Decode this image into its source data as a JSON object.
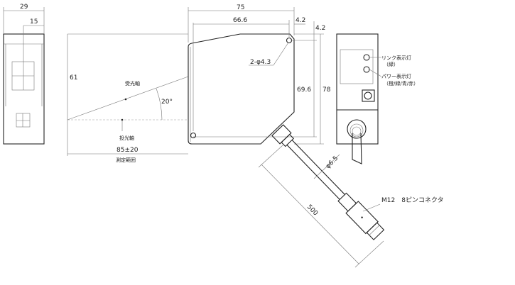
{
  "drawing": {
    "side_view": {
      "width_dim": "29",
      "center_dim": "15"
    },
    "main_view": {
      "length_dim": "75",
      "hole_pitch_dim": "66.6",
      "hole_offset_x_dim": "4.2",
      "hole_offset_y_dim": "4.2",
      "hole_label": "2-φ4.3",
      "hole_pitch_v_dim": "69.6",
      "height_dim": "78",
      "beam_height_dim": "61",
      "receiver_axis": "受光軸",
      "emitter_axis": "投光軸",
      "angle": "20°",
      "range_dim": "85±20",
      "range_label": "測定範囲"
    },
    "cable": {
      "diameter": "φ6.5",
      "length_dim": "500",
      "connector_label": "M12　8ピンコネクタ"
    },
    "front_view": {
      "link_led": "リンク表示灯",
      "link_led_color": "（緑）",
      "power_led": "パワー表示灯",
      "power_led_color": "（橙/緑/青/赤）"
    }
  }
}
